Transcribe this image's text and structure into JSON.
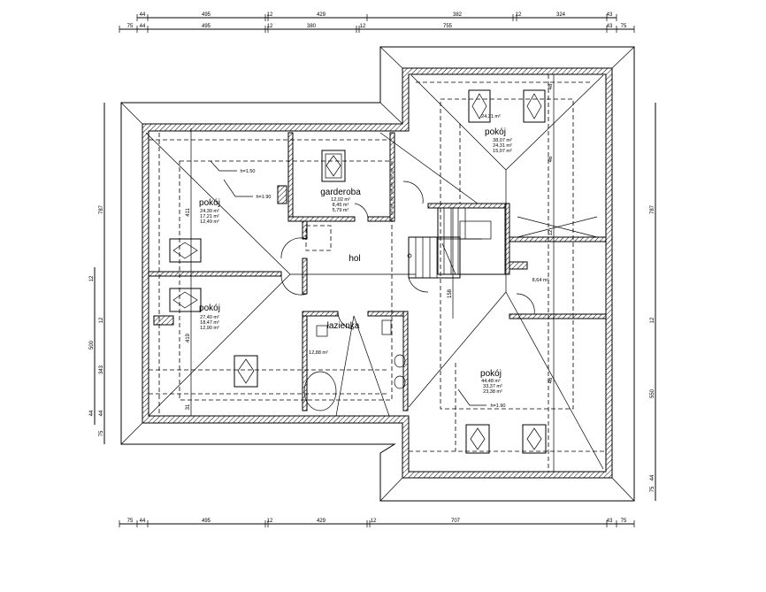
{
  "dimensions": {
    "top_row1": [
      "44",
      "495",
      "12",
      "429",
      "382",
      "12",
      "324",
      "43"
    ],
    "top_row2": [
      "75",
      "44",
      "495",
      "12",
      "380",
      "12",
      "755",
      "43",
      "75"
    ],
    "bottom": [
      "75",
      "44",
      "495",
      "12",
      "429",
      "12",
      "707",
      "43",
      "75"
    ],
    "left_inner": [
      "12",
      "500",
      "44"
    ],
    "left_outer": [
      "787",
      "12",
      "343",
      "44",
      "75"
    ],
    "right": [
      "787",
      "12",
      "550",
      "44",
      "75"
    ],
    "interior": [
      "411",
      "419",
      "158",
      "48",
      "46",
      "12",
      "31",
      "46"
    ]
  },
  "rooms": {
    "pokoj_nw": {
      "name": "pokój",
      "areas": [
        "24,30 m²",
        "17,21 m²",
        "12,49 m²"
      ]
    },
    "pokoj_sw": {
      "name": "pokój",
      "areas": [
        "27,40 m²",
        "18,47 m²",
        "12,90 m²"
      ]
    },
    "garderoba": {
      "name": "garderoba",
      "areas": [
        "12,02 m²",
        "8,45 m²",
        "5,79 m²"
      ]
    },
    "hol": {
      "name": "hol"
    },
    "lazienka": {
      "name": "łazienka",
      "areas": [
        "12,88 m²"
      ]
    },
    "pokoj_ne": {
      "name": "pokój",
      "top_area": "24,31 m²",
      "areas": [
        "38,07 m²",
        "24,31 m²",
        "15,07 m²"
      ]
    },
    "storage": {
      "areas": [
        "8,64 m²"
      ]
    },
    "pokoj_se": {
      "name": "pokój",
      "areas": [
        "44,48 m²",
        "33,37 m²",
        "23,38 m²"
      ]
    }
  },
  "heights": {
    "h1": "h=1.50",
    "h2": "h=1.90",
    "h3": "h=1.90"
  }
}
